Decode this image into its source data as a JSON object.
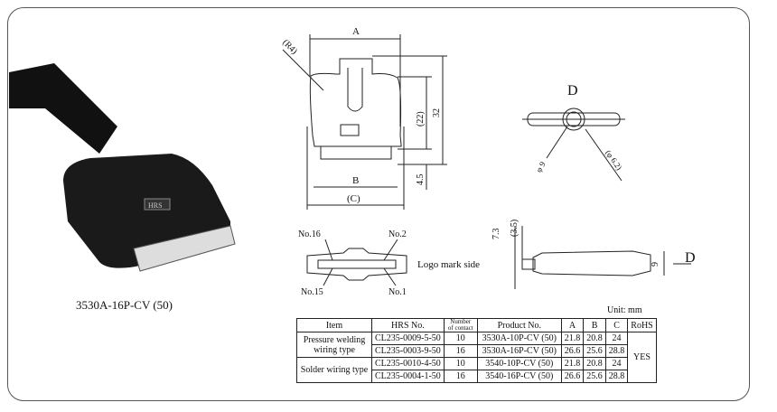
{
  "photo_caption": "3530A-16P-CV (50)",
  "drawing": {
    "dim_a": "A",
    "dim_b": "B",
    "dim_c": "(C)",
    "radius": "(R4)",
    "dim_22": "(22)",
    "dim_32": "32",
    "dim_45": "4.5",
    "view_d": "D",
    "phi9": "φ 9",
    "phi62": "(φ 6.2)",
    "no16": "No.16",
    "no2": "No.2",
    "no15": "No.15",
    "no1": "No.1",
    "logo_side": "Logo mark side",
    "dim_73": "7.3",
    "dim_35": "(3.5)",
    "dim_9": "9",
    "arrow_d": "D",
    "logo": "HRS"
  },
  "unit": "Unit: mm",
  "table": {
    "headers": [
      "Item",
      "HRS No.",
      "Number of contact",
      "Product No.",
      "A",
      "B",
      "C",
      "RoHS"
    ],
    "groups": [
      "Pressure welding wiring type",
      "Solder wiring type"
    ],
    "rows": [
      [
        "CL235-0009-5-50",
        "10",
        "3530A-10P-CV (50)",
        "21.8",
        "20.8",
        "24"
      ],
      [
        "CL235-0003-9-50",
        "16",
        "3530A-16P-CV (50)",
        "26.6",
        "25.6",
        "28.8"
      ],
      [
        "CL235-0010-4-50",
        "10",
        "3540-10P-CV (50)",
        "21.8",
        "20.8",
        "24"
      ],
      [
        "CL235-0004-1-50",
        "16",
        "3540-16P-CV (50)",
        "26.6",
        "25.6",
        "28.8"
      ]
    ],
    "rohs": "YES"
  }
}
